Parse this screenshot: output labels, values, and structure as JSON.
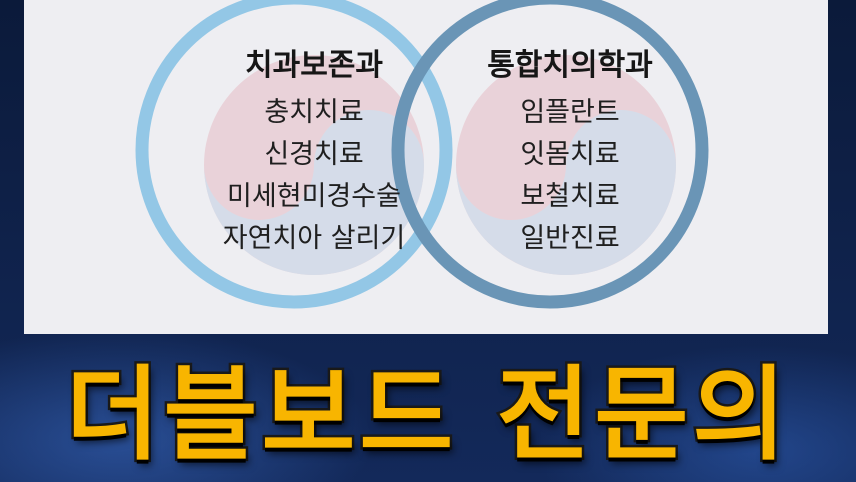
{
  "left_column": {
    "title": "치과보존과",
    "items": [
      "충치치료",
      "신경치료",
      "미세현미경수술",
      "자연치아 살리기"
    ]
  },
  "right_column": {
    "title": "통합치의학과",
    "items": [
      "임플란트",
      "잇몸치료",
      "보철치료",
      "일반진료"
    ]
  },
  "banner": {
    "text": "더블보드 전문의"
  },
  "colors": {
    "left_ring": "#93c7e6",
    "right_ring": "#6a95b6",
    "banner_fill": "#f8b500",
    "panel_bg": "#eeeef2"
  }
}
